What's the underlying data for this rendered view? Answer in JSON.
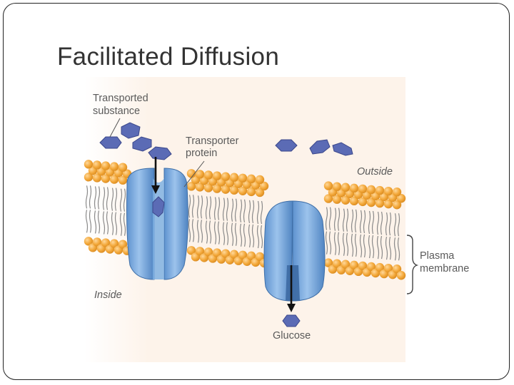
{
  "slide": {
    "title": "Facilitated Diffusion"
  },
  "diagram": {
    "labels": {
      "transported_substance_line1": "Transported",
      "transported_substance_line2": "substance",
      "transporter_protein_line1": "Transporter",
      "transporter_protein_line2": "protein",
      "outside": "Outside",
      "inside": "Inside",
      "plasma_membrane_line1": "Plasma",
      "plasma_membrane_line2": "membrane",
      "glucose": "Glucose"
    },
    "colors": {
      "lipid_head": "#f3a83a",
      "lipid_tail": "#8a8a8a",
      "protein": "#6d9fd6",
      "molecule": "#5b6bb5",
      "background": "#fdf3ea"
    }
  }
}
